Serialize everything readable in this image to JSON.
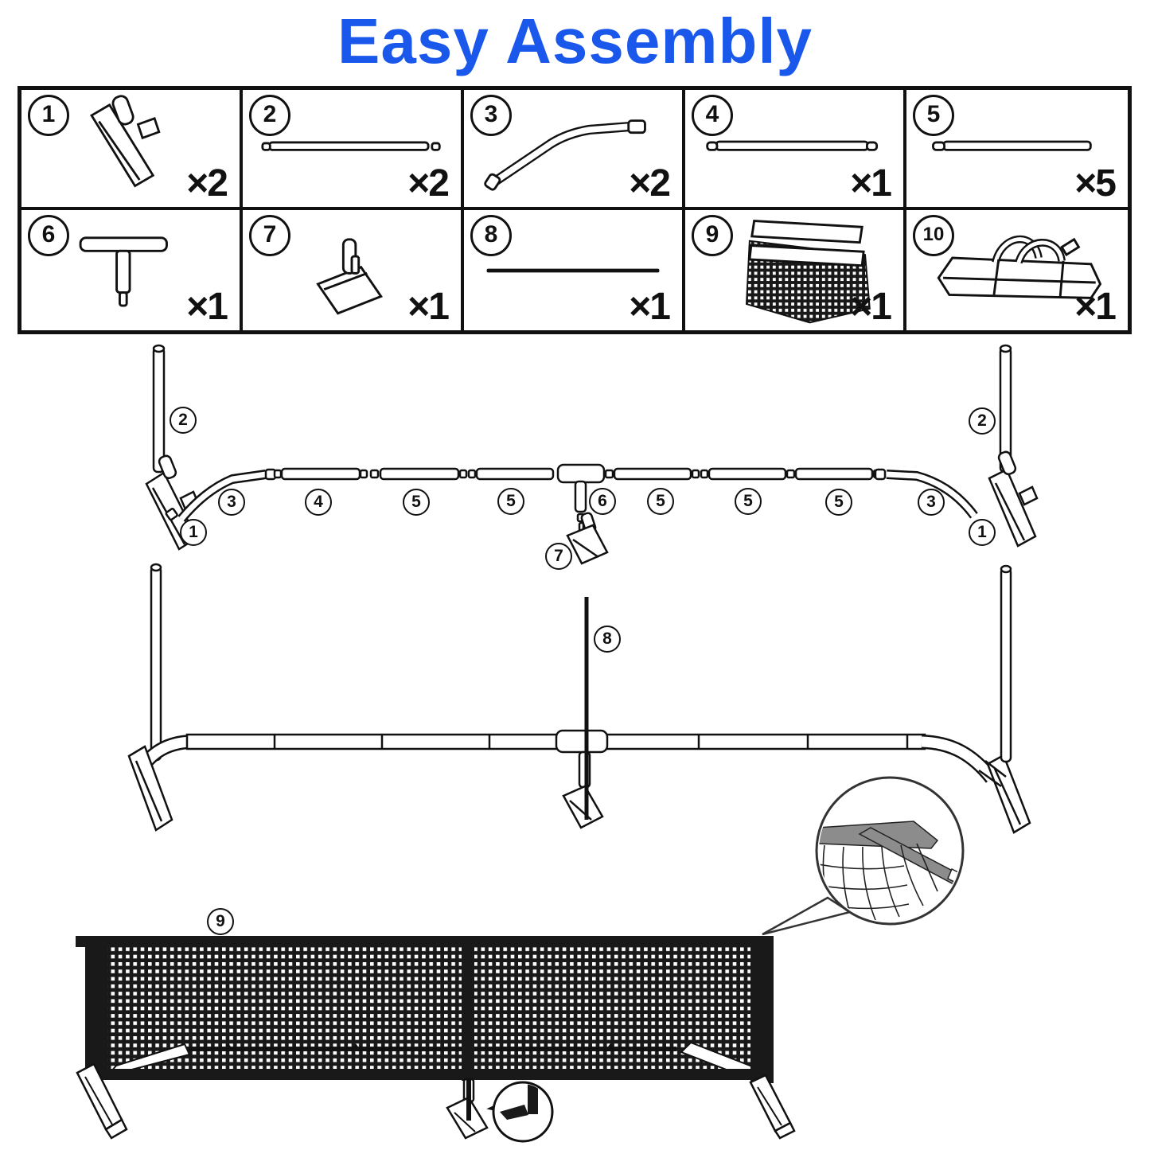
{
  "title": {
    "text": "Easy Assembly",
    "color": "#1a58ec"
  },
  "parts_table": {
    "cells": [
      {
        "num": "1",
        "qty": "×2",
        "part": "foot-base"
      },
      {
        "num": "2",
        "qty": "×2",
        "part": "upright-pole"
      },
      {
        "num": "3",
        "qty": "×2",
        "part": "curved-tube"
      },
      {
        "num": "4",
        "qty": "×1",
        "part": "crossbar-tube"
      },
      {
        "num": "5",
        "qty": "×5",
        "part": "crossbar-tube"
      },
      {
        "num": "6",
        "qty": "×1",
        "part": "t-connector"
      },
      {
        "num": "7",
        "qty": "×1",
        "part": "center-foot"
      },
      {
        "num": "8",
        "qty": "×1",
        "part": "center-rod"
      },
      {
        "num": "9",
        "qty": "×1",
        "part": "net"
      },
      {
        "num": "10",
        "qty": "×1",
        "part": "carry-bag"
      }
    ]
  },
  "callouts": [
    {
      "num": "2"
    },
    {
      "num": "3"
    },
    {
      "num": "1"
    },
    {
      "num": "4"
    },
    {
      "num": "5"
    },
    {
      "num": "5"
    },
    {
      "num": "6"
    },
    {
      "num": "7"
    },
    {
      "num": "5"
    },
    {
      "num": "5"
    },
    {
      "num": "5"
    },
    {
      "num": "3"
    },
    {
      "num": "2"
    },
    {
      "num": "1"
    },
    {
      "num": "8"
    },
    {
      "num": "9"
    }
  ],
  "ink_color": "#111111",
  "net_color": "#191919",
  "detail_gray": "#8c8c8c"
}
